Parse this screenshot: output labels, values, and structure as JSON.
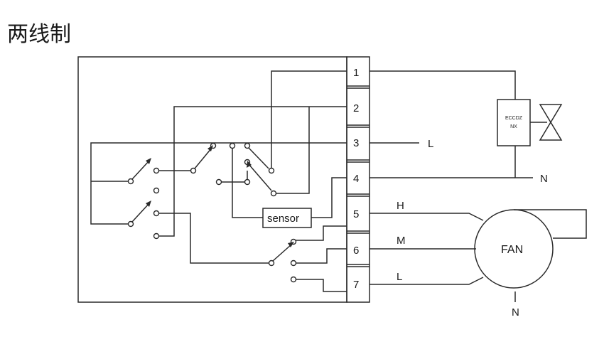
{
  "title": "两线制",
  "terminals": [
    "1",
    "2",
    "3",
    "4",
    "5",
    "6",
    "7"
  ],
  "sensor_label": "sensor",
  "valve_box_text": [
    "ECCDZ",
    "NX"
  ],
  "line_labels": {
    "L": "L",
    "N_valve": "N",
    "H": "H",
    "M": "M",
    "L_fan": "L",
    "N_fan": "N"
  },
  "fan_label": "FAN",
  "colors": {
    "line": "#2a2a2a",
    "background": "#ffffff"
  }
}
